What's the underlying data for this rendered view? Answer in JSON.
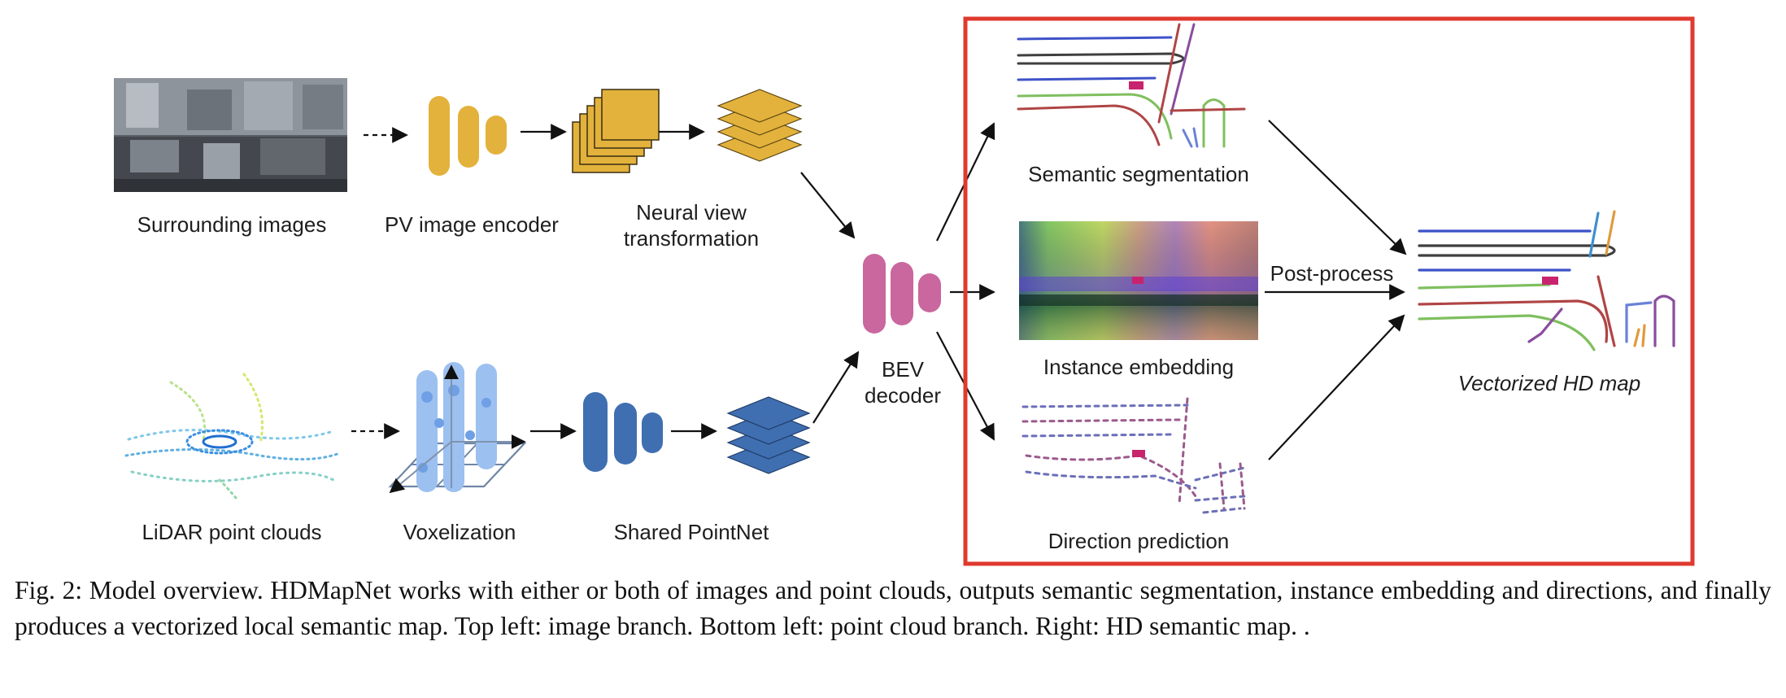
{
  "labels": {
    "surrounding_images": "Surrounding images",
    "pv_encoder": "PV image encoder",
    "neural_view_1": "Neural view",
    "neural_view_2": "transformation",
    "lidar": "LiDAR point clouds",
    "voxelization": "Voxelization",
    "pointnet": "Shared PointNet",
    "bev_1": "BEV",
    "bev_2": "decoder",
    "semantic_seg": "Semantic segmentation",
    "instance_emb": "Instance embedding",
    "direction_pred": "Direction prediction",
    "post_process": "Post-process",
    "vectorized_map": "Vectorized HD map"
  },
  "caption": "Fig. 2: Model overview. HDMapNet works with either or both of images and point clouds, outputs semantic segmentation, instance embedding and directions, and finally produces a vectorized local semantic map. Top left: image branch. Bottom left: point cloud branch. Right: HD semantic map. .",
  "colors": {
    "image_branch": "#e3b23c",
    "pointcloud_branch": "#3f6fb0",
    "voxel": "#8fb6ee",
    "bev_decoder": "#c9679e",
    "highlight_box": "#e03a2f"
  }
}
